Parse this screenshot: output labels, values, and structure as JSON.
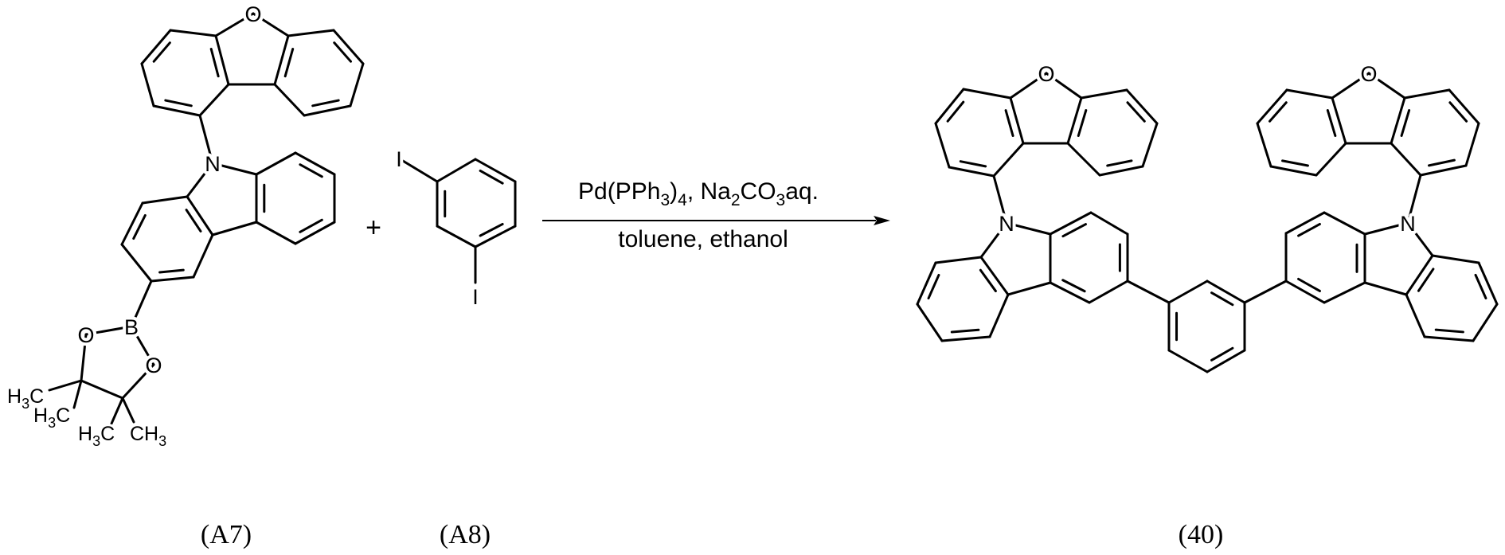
{
  "reaction": {
    "plus_sign": "+",
    "conditions_above": {
      "pd": "Pd(PPh",
      "sub3a": "3",
      "close": ")",
      "sub4": "4",
      "na": ", Na",
      "sub2": "2",
      "co": "CO",
      "sub3b": "3",
      "aq": "aq."
    },
    "conditions_below": "toluene, ethanol"
  },
  "compounds": {
    "a7": {
      "label": "(A7)",
      "atoms": {
        "o_furan": "O",
        "n": "N",
        "b": "B",
        "o1": "O",
        "o2": "O"
      },
      "methyls": [
        {
          "main": "H",
          "sub": "3",
          "tail": "C"
        },
        {
          "main": "H",
          "sub": "3",
          "tail": "C"
        },
        {
          "main": "H",
          "sub": "3",
          "tail": "C"
        },
        {
          "main": "CH",
          "sub": "3",
          "tail": ""
        }
      ]
    },
    "a8": {
      "label": "(A8)",
      "atoms": {
        "i1": "I",
        "i2": "I"
      }
    },
    "p40": {
      "label": "(40)",
      "atoms": {
        "o_left": "O",
        "o_right": "O",
        "n_left": "N",
        "n_right": "N"
      }
    }
  }
}
